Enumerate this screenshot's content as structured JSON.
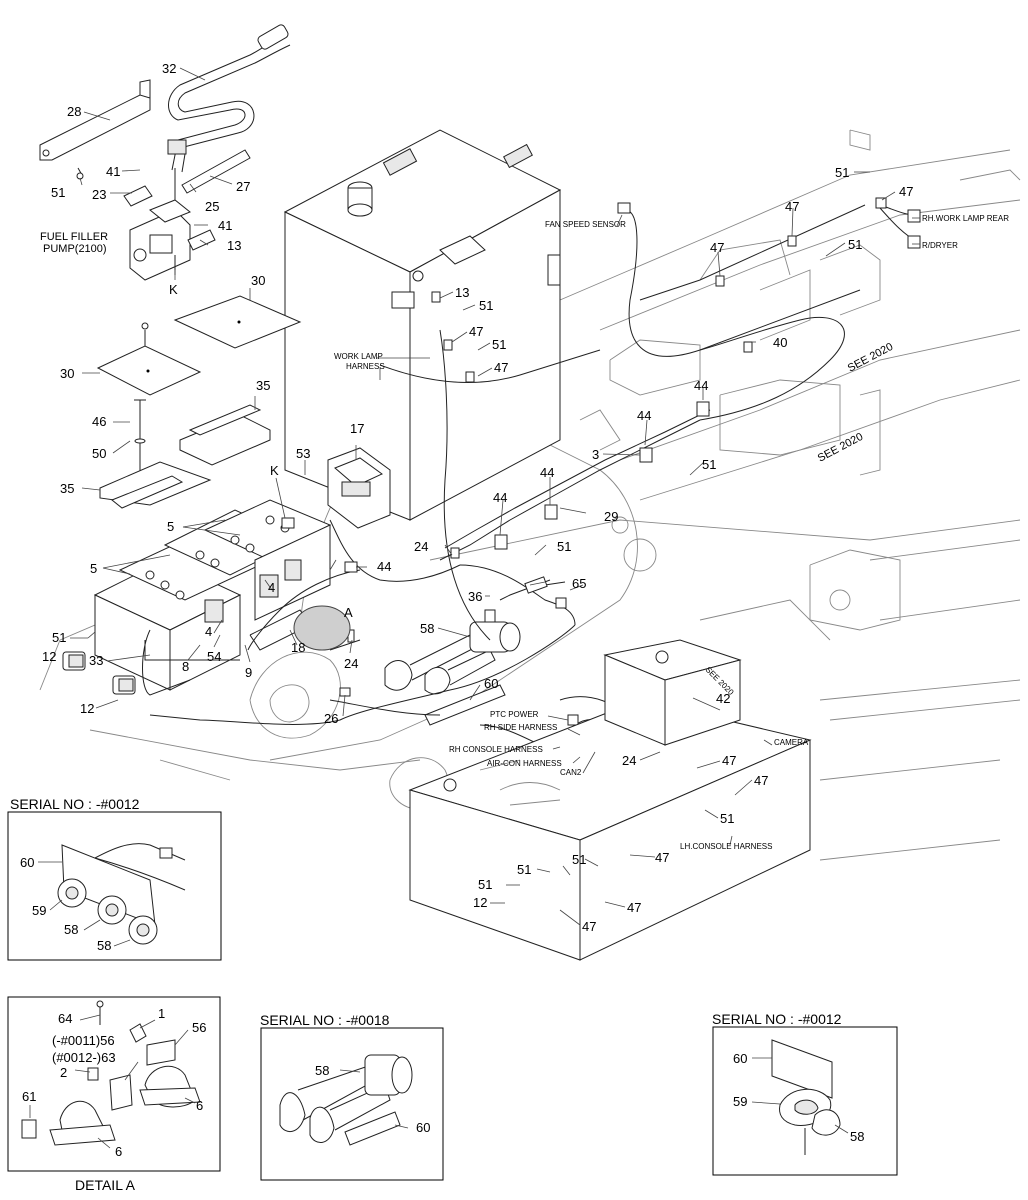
{
  "parts": {
    "p1": "1",
    "p2": "2",
    "p3": "3",
    "p4": "4",
    "p5": "5",
    "p6": "6",
    "p8": "8",
    "p9": "9",
    "p12": "12",
    "p13": "13",
    "p17": "17",
    "p18": "18",
    "p23": "23",
    "p24": "24",
    "p25": "25",
    "p26": "26",
    "p27": "27",
    "p28": "28",
    "p29": "29",
    "p30": "30",
    "p32": "32",
    "p33": "33",
    "p35": "35",
    "p36": "36",
    "p40": "40",
    "p41": "41",
    "p42": "42",
    "p44": "44",
    "p46": "46",
    "p47": "47",
    "p50": "50",
    "p51": "51",
    "p53": "53",
    "p54": "54",
    "p56": "56",
    "p58": "58",
    "p59": "59",
    "p60": "60",
    "p61": "61",
    "p64": "64",
    "p65": "65",
    "k": "K",
    "a": "A",
    "p56_63_a": "(-#0011)56",
    "p56_63_b": "(#0012-)63"
  },
  "labels": {
    "fuel_filler_1": "FUEL FILLER",
    "fuel_filler_2": "PUMP(2100)",
    "fan_speed_sensor": "FAN SPEED SENSOR",
    "rh_work_lamp_rear": "RH.WORK LAMP REAR",
    "r_dryer": "R/DRYER",
    "work_lamp_1": "WORK LAMP",
    "work_lamp_2": "HARNESS",
    "see_2020": "SEE 2020",
    "ptc_power": "PTC POWER",
    "rh_side_harness": "RH SIDE HARNESS",
    "rh_console_harness": "RH CONSOLE HARNESS",
    "air_con_harness": "AIR-CON HARNESS",
    "can2": "CAN2",
    "camera": "CAMERA",
    "lh_console_harness": "LH.CONSOLE HARNESS"
  },
  "insets": {
    "serial_0012_left": "SERIAL NO : -#0012",
    "detail_a": "DETAIL A",
    "serial_0018": "SERIAL NO : -#0018",
    "serial_0012_right": "SERIAL NO : -#0012"
  }
}
